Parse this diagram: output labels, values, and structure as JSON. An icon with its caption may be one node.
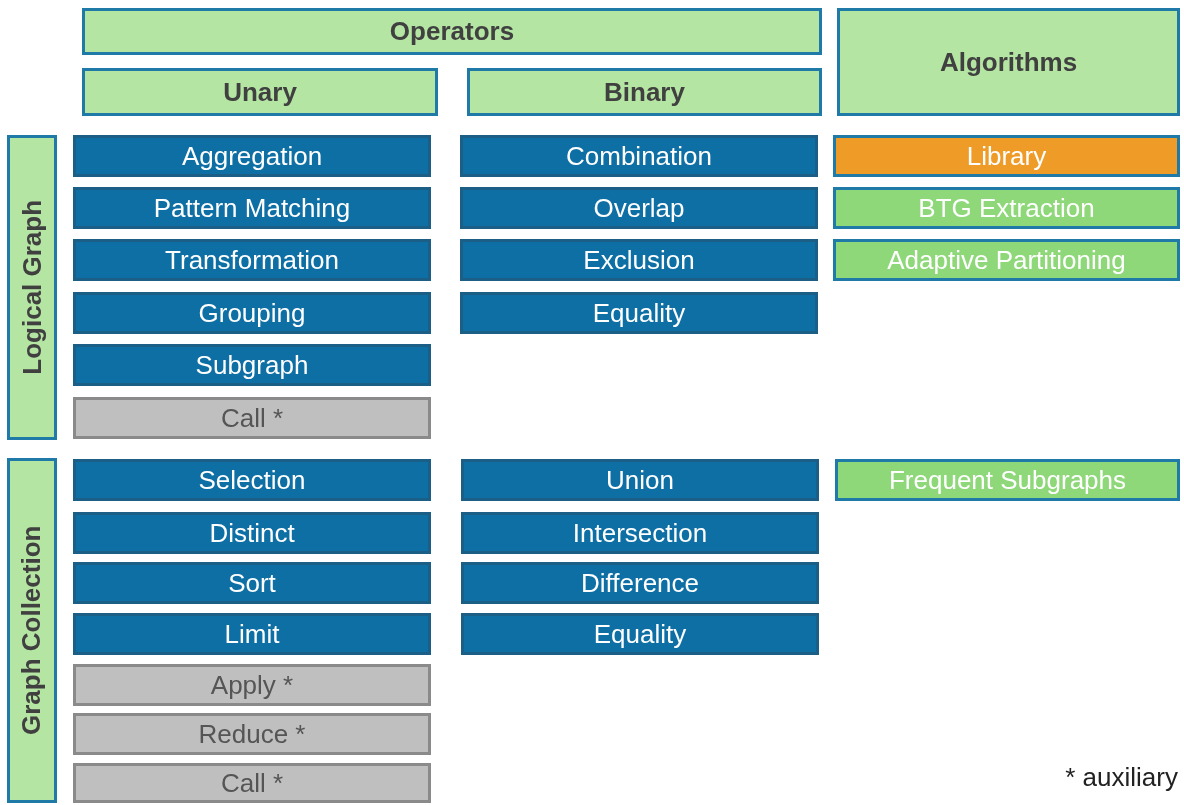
{
  "diagram": {
    "nodes": [
      {
        "text": [
          "Operators"
        ]
      },
      {
        "text": [
          "Algorithms"
        ]
      },
      {
        "text": [
          "Unary"
        ]
      },
      {
        "text": [
          "Binary"
        ]
      },
      {
        "text": [
          "Logical Graph"
        ]
      },
      {
        "text": [
          "Aggregation"
        ]
      },
      {
        "text": [
          "Combination"
        ]
      },
      {
        "text": [
          "Library"
        ]
      },
      {
        "text": [
          "Pattern Matching"
        ]
      },
      {
        "text": [
          "Overlap"
        ]
      },
      {
        "text": [
          "BTG Extraction"
        ]
      },
      {
        "text": [
          "Transformation"
        ]
      },
      {
        "text": [
          "Exclusion"
        ]
      },
      {
        "text": [
          "Adaptive Partitioning"
        ]
      },
      {
        "text": [
          "Grouping"
        ]
      },
      {
        "text": [
          "Equality"
        ]
      },
      {
        "text": [
          "Subgraph"
        ]
      },
      {
        "text": [
          "Call *"
        ]
      },
      {
        "text": [
          "Graph Collection"
        ]
      },
      {
        "text": [
          "Selection"
        ]
      },
      {
        "text": [
          "Union"
        ]
      },
      {
        "text": [
          "Frequent Subgraphs"
        ]
      },
      {
        "text": [
          "Distinct"
        ]
      },
      {
        "text": [
          "Intersection"
        ]
      },
      {
        "text": [
          "Sort"
        ]
      },
      {
        "text": [
          "Difference"
        ]
      },
      {
        "text": [
          "Limit"
        ]
      },
      {
        "text": [
          "Equality"
        ]
      },
      {
        "text": [
          "Apply *"
        ]
      },
      {
        "text": [
          "Reduce *"
        ]
      },
      {
        "text": [
          "Call *"
        ]
      }
    ],
    "labels": [
      "* auxiliary"
    ]
  }
}
